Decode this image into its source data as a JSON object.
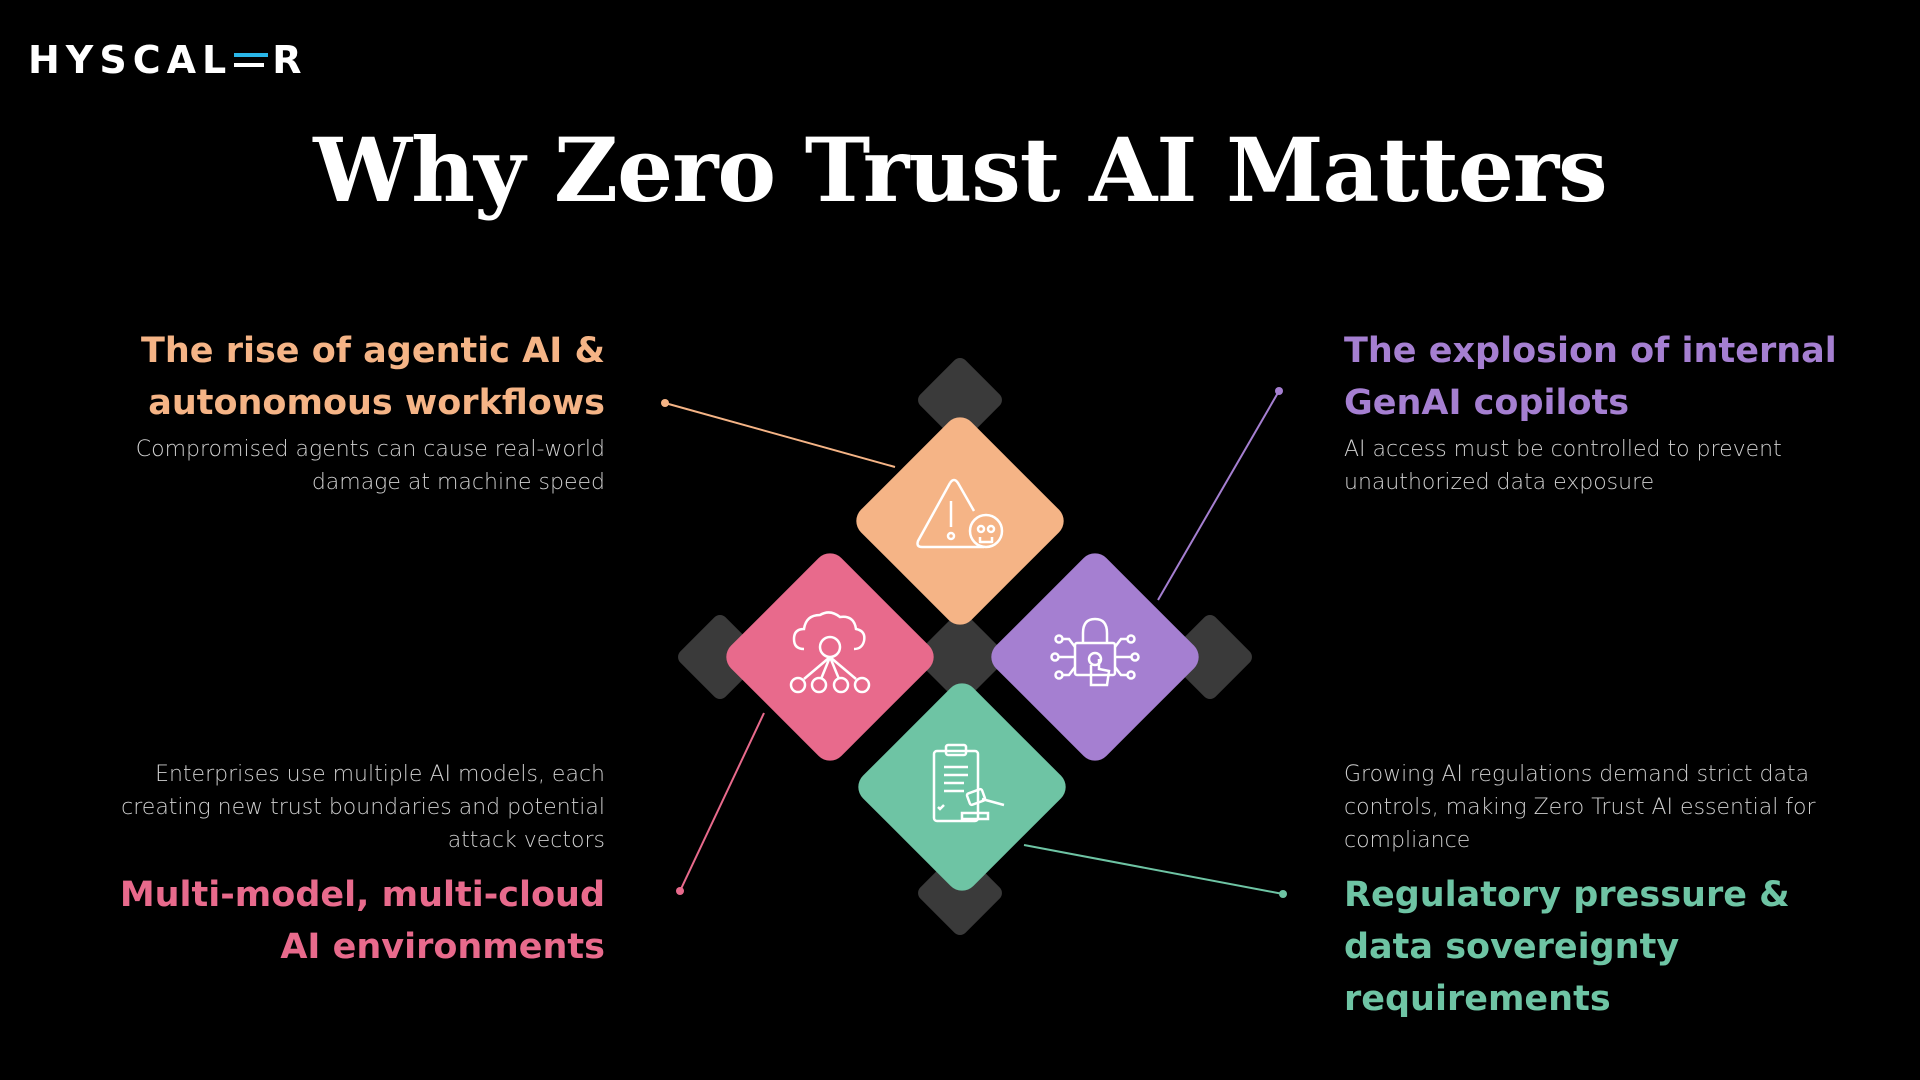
{
  "brand": {
    "logo_text_left": "HYSCAL",
    "logo_text_right": "R",
    "accent": "#29b6e8"
  },
  "title": "Why Zero Trust AI Matters",
  "items": [
    {
      "position": "top-left",
      "heading": "The rise of agentic AI & autonomous workflows",
      "description": "Compromised agents can cause real-world damage at machine speed",
      "color": "#f5b486",
      "icon": "warning-skull-icon"
    },
    {
      "position": "top-right",
      "heading": "The explosion of internal GenAI copilots",
      "description": "AI access must be controlled to prevent unauthorized data exposure",
      "color": "#a57fd1",
      "icon": "lock-circuit-touch-icon"
    },
    {
      "position": "bottom-left",
      "heading": "Multi-model, multi-cloud AI environments",
      "description": "Enterprises use multiple AI models, each creating new trust boundaries and potential attack vectors",
      "color": "#e86a8c",
      "icon": "cloud-network-icon"
    },
    {
      "position": "bottom-right",
      "heading": "Regulatory pressure & data sovereignty requirements",
      "description": "Growing AI regulations demand strict data controls, making Zero Trust AI essential for compliance",
      "color": "#6ec4a4",
      "icon": "clipboard-gavel-icon"
    }
  ]
}
